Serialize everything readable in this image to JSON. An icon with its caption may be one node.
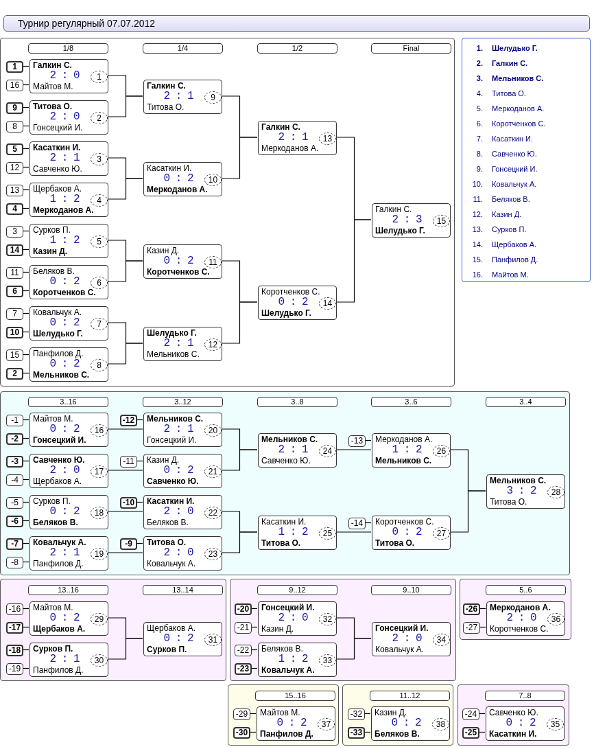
{
  "diagram": {
    "title": "Турнир регулярный 07.07.2012",
    "nodes": [
      {
        "text": [],
        "shape": "box"
      },
      {
        "text": [
          "1/8"
        ],
        "in": 0
      },
      {
        "text": [
          "1/4"
        ],
        "in": 0
      },
      {
        "text": [
          "1/2"
        ],
        "in": 0
      },
      {
        "text": [
          "Final"
        ],
        "in": 0
      },
      {
        "text": [
          "1"
        ],
        "in": 0
      },
      {
        "text": [
          "16"
        ],
        "in": 0
      },
      {
        "text": [
          "Галкин С.",
          "2 : 0",
          "Майтов М."
        ],
        "in": 0
      },
      {
        "text": [
          "1"
        ],
        "in": 7
      },
      {
        "text": [
          "9"
        ],
        "in": 0
      },
      {
        "text": [
          "8"
        ],
        "in": 0
      },
      {
        "text": [
          "Титова О.",
          "2 : 0",
          "Гонсецкий И."
        ],
        "in": 0
      },
      {
        "text": [
          "2"
        ],
        "in": 11
      },
      {
        "text": [
          "5"
        ],
        "in": 0
      },
      {
        "text": [
          "12"
        ],
        "in": 0
      },
      {
        "text": [
          "Касаткин И.",
          "2 : 1",
          "Савченко Ю."
        ],
        "in": 0
      },
      {
        "text": [
          "3"
        ],
        "in": 15
      },
      {
        "text": [
          "13"
        ],
        "in": 0
      },
      {
        "text": [
          "4"
        ],
        "in": 0
      },
      {
        "text": [
          "Щербаков А.",
          "1 : 2",
          "Меркоданов А."
        ],
        "in": 0
      },
      {
        "text": [
          "4"
        ],
        "in": 19
      },
      {
        "text": [
          "3"
        ],
        "in": 0
      },
      {
        "text": [
          "14"
        ],
        "in": 0
      },
      {
        "text": [
          "Сурков П.",
          "1 : 2",
          "Казин Д."
        ],
        "in": 0
      },
      {
        "text": [
          "5"
        ],
        "in": 23
      },
      {
        "text": [
          "11"
        ],
        "in": 0
      },
      {
        "text": [
          "6"
        ],
        "in": 0
      },
      {
        "text": [
          "Беляков В.",
          "0 : 2",
          "Коротченков С."
        ],
        "in": 0
      },
      {
        "text": [
          "6"
        ],
        "in": 27
      },
      {
        "text": [
          "7"
        ],
        "in": 0
      },
      {
        "text": [
          "10"
        ],
        "in": 0
      },
      {
        "text": [
          "Ковальчук А.",
          "0 : 2",
          "Шелудько Г."
        ],
        "in": 0
      },
      {
        "text": [
          "7"
        ],
        "in": 31
      },
      {
        "text": [
          "15"
        ],
        "in": 0
      },
      {
        "text": [
          "2"
        ],
        "in": 0
      },
      {
        "text": [
          "Панфилов Д.",
          "0 : 2",
          "Мельников С."
        ],
        "in": 0
      },
      {
        "text": [
          "8"
        ],
        "in": 35
      },
      {
        "text": [
          "Галкин С.",
          "2 : 1",
          "Титова О."
        ],
        "in": 0
      },
      {
        "text": [
          "9"
        ],
        "in": 37
      },
      {
        "text": [
          "Касаткин И.",
          "0 : 2",
          "Меркоданов А."
        ],
        "in": 0
      },
      {
        "text": [
          "10"
        ],
        "in": 39
      },
      {
        "text": [
          "Казин Д.",
          "0 : 2",
          "Коротченков С."
        ],
        "in": 0
      },
      {
        "text": [
          "11"
        ],
        "in": 41
      },
      {
        "text": [
          "Шелудько Г.",
          "2 : 1",
          "Мельников С."
        ],
        "in": 0
      },
      {
        "text": [
          "12"
        ],
        "in": 43
      },
      {
        "text": [
          "Галкин С.",
          "2 : 1",
          "Меркоданов А."
        ],
        "in": 0
      },
      {
        "text": [
          "13"
        ],
        "in": 45
      },
      {
        "text": [
          "Коротченков С.",
          "0 : 2",
          "Шелудько Г."
        ],
        "in": 0
      },
      {
        "text": [
          "14"
        ],
        "in": 47
      },
      {
        "text": [
          "Галкин С.",
          "2 : 3",
          "Шелудько Г."
        ],
        "in": 0
      },
      {
        "text": [
          "15"
        ],
        "in": 49
      },
      {
        "text": [
          "1.",
          "Шелудько Г.",
          "2.",
          "Галкин С.",
          "3.",
          "Мельников С.",
          "4.",
          "Титова О.",
          "5.",
          "Меркоданов А.",
          "6.",
          "Коротченков С.",
          "7.",
          "Касаткин И.",
          "8.",
          "Савченко Ю.",
          "9.",
          "Гонсецкий И.",
          "10.",
          "Ковальчук А.",
          "11.",
          "Беляков В.",
          "12.",
          "Казин Д.",
          "13.",
          "Сурков П.",
          "14.",
          "Щербаков А.",
          "15.",
          "Панфилов Д.",
          "16.",
          "Майтов М."
        ]
      },
      {
        "text": [],
        "shape": "box"
      },
      {
        "text": [
          "3..16"
        ],
        "in": 52
      },
      {
        "text": [
          "3..12"
        ],
        "in": 52
      },
      {
        "text": [
          "3..8"
        ],
        "in": 52
      },
      {
        "text": [
          "3..6"
        ],
        "in": 52
      },
      {
        "text": [
          "3..4"
        ],
        "in": 52
      },
      {
        "text": [
          "-1"
        ],
        "in": 52
      },
      {
        "text": [
          "-2"
        ],
        "in": 52
      },
      {
        "text": [
          "Майтов М.",
          "0 : 2",
          "Гонсецкий И."
        ],
        "in": 52
      },
      {
        "text": [
          "16"
        ],
        "in": 60
      },
      {
        "text": [
          "-3"
        ],
        "in": 52
      },
      {
        "text": [
          "-4"
        ],
        "in": 52
      },
      {
        "text": [
          "Савченко Ю.",
          "2 : 0",
          "Щербаков А."
        ],
        "in": 52
      },
      {
        "text": [
          "17"
        ],
        "in": 64
      },
      {
        "text": [
          "-5"
        ],
        "in": 52
      },
      {
        "text": [
          "-6"
        ],
        "in": 52
      },
      {
        "text": [
          "Сурков П.",
          "0 : 2",
          "Беляков В."
        ],
        "in": 52
      },
      {
        "text": [
          "18"
        ],
        "in": 68
      },
      {
        "text": [
          "-7"
        ],
        "in": 52
      },
      {
        "text": [
          "-8"
        ],
        "in": 52
      },
      {
        "text": [
          "Ковальчук А.",
          "2 : 1",
          "Панфилов Д."
        ],
        "in": 52
      },
      {
        "text": [
          "19"
        ],
        "in": 72
      },
      {
        "text": [
          "-12"
        ],
        "in": 52
      },
      {
        "text": [
          "Мельников С.",
          "2 : 1",
          "Гонсецкий И."
        ],
        "in": 52
      },
      {
        "text": [
          "20"
        ],
        "in": 75
      },
      {
        "text": [
          "-11"
        ],
        "in": 52
      },
      {
        "text": [
          "Казин Д.",
          "0 : 2",
          "Савченко Ю."
        ],
        "in": 52
      },
      {
        "text": [
          "21"
        ],
        "in": 78
      },
      {
        "text": [
          "-10"
        ],
        "in": 52
      },
      {
        "text": [
          "Касаткин И.",
          "2 : 0",
          "Беляков В."
        ],
        "in": 52
      },
      {
        "text": [
          "22"
        ],
        "in": 81
      },
      {
        "text": [
          "-9"
        ],
        "in": 52
      },
      {
        "text": [
          "Титова О.",
          "2 : 0",
          "Ковальчук А."
        ],
        "in": 52
      },
      {
        "text": [
          "23"
        ],
        "in": 84
      },
      {
        "text": [
          "Мельников С.",
          "2 : 1",
          "Савченко Ю."
        ],
        "in": 52
      },
      {
        "text": [
          "24"
        ],
        "in": 86
      },
      {
        "text": [
          "Касаткин И.",
          "1 : 2",
          "Титова О."
        ],
        "in": 52
      },
      {
        "text": [
          "25"
        ],
        "in": 88
      },
      {
        "text": [
          "-13"
        ],
        "in": 52
      },
      {
        "text": [
          "Меркоданов А.",
          "1 : 2",
          "Мельников С."
        ],
        "in": 52
      },
      {
        "text": [
          "26"
        ],
        "in": 91
      },
      {
        "text": [
          "-14"
        ],
        "in": 52
      },
      {
        "text": [
          "Коротченков С.",
          "0 : 2",
          "Титова О."
        ],
        "in": 52
      },
      {
        "text": [
          "27"
        ],
        "in": 94
      },
      {
        "text": [
          "Мельников С.",
          "3 : 2",
          "Титова О."
        ],
        "in": 52
      },
      {
        "text": [
          "28"
        ],
        "in": 96
      },
      {
        "text": [],
        "shape": "box"
      },
      {
        "text": [
          "13..16"
        ],
        "in": 98
      },
      {
        "text": [
          "13..14"
        ],
        "in": 98
      },
      {
        "text": [
          "-16"
        ],
        "in": 98
      },
      {
        "text": [
          "-17"
        ],
        "in": 98
      },
      {
        "text": [
          "Майтов М.",
          "0 : 2",
          "Щербаков А."
        ],
        "in": 98
      },
      {
        "text": [
          "29"
        ],
        "in": 103
      },
      {
        "text": [
          "-18"
        ],
        "in": 98
      },
      {
        "text": [
          "-19"
        ],
        "in": 98
      },
      {
        "text": [
          "Сурков П.",
          "2 : 1",
          "Панфилов Д."
        ],
        "in": 98
      },
      {
        "text": [
          "30"
        ],
        "in": 107
      },
      {
        "text": [
          "Щербаков А.",
          "0 : 2",
          "Сурков П."
        ],
        "in": 98
      },
      {
        "text": [
          "31"
        ],
        "in": 109
      },
      {
        "text": [],
        "shape": "box"
      },
      {
        "text": [
          "9..12"
        ],
        "in": 111
      },
      {
        "text": [
          "9..10"
        ],
        "in": 111
      },
      {
        "text": [
          "-20"
        ],
        "in": 111
      },
      {
        "text": [
          "-21"
        ],
        "in": 111
      },
      {
        "text": [
          "Гонсецкий И.",
          "2 : 0",
          "Казин Д."
        ],
        "in": 111
      },
      {
        "text": [
          "32"
        ],
        "in": 116
      },
      {
        "text": [
          "-22"
        ],
        "in": 111
      },
      {
        "text": [
          "-23"
        ],
        "in": 111
      },
      {
        "text": [
          "Беляков В.",
          "1 : 2",
          "Ковальчук А."
        ],
        "in": 111
      },
      {
        "text": [
          "33"
        ],
        "in": 120
      },
      {
        "text": [
          "Гонсецкий И.",
          "2 : 0",
          "Ковальчук А."
        ],
        "in": 111
      },
      {
        "text": [
          "34"
        ],
        "in": 122
      },
      {
        "text": [],
        "shape": "box"
      },
      {
        "text": [
          "5..6"
        ],
        "in": 124
      },
      {
        "text": [
          "-26"
        ],
        "in": 124
      },
      {
        "text": [
          "-27"
        ],
        "in": 124
      },
      {
        "text": [
          "Меркоданов А.",
          "2 : 0",
          "Коротченков С."
        ],
        "in": 124
      },
      {
        "text": [
          "36"
        ],
        "in": 128
      },
      {
        "text": [],
        "shape": "box"
      },
      {
        "text": [
          "15..16"
        ],
        "in": 130
      },
      {
        "text": [
          "-29"
        ],
        "in": 130
      },
      {
        "text": [
          "-30"
        ],
        "in": 130
      },
      {
        "text": [
          "Майтов М.",
          "0 : 2",
          "Панфилов Д."
        ],
        "in": 130
      },
      {
        "text": [
          "37"
        ],
        "in": 134
      },
      {
        "text": [],
        "shape": "box"
      },
      {
        "text": [
          "11..12"
        ],
        "in": 136
      },
      {
        "text": [
          "-32"
        ],
        "in": 136
      },
      {
        "text": [
          "-33"
        ],
        "in": 136
      },
      {
        "text": [
          "Казин Д.",
          "0 : 2",
          "Беляков В."
        ],
        "in": 136
      },
      {
        "text": [
          "38"
        ],
        "in": 140
      },
      {
        "text": [],
        "shape": "box"
      },
      {
        "text": [
          "7..8"
        ],
        "in": 142
      },
      {
        "text": [
          "-24"
        ],
        "in": 142
      },
      {
        "text": [
          "-25"
        ],
        "in": 142
      },
      {
        "text": [
          "Савченко Ю.",
          "0 : 2",
          "Касаткин И."
        ],
        "in": 142
      },
      {
        "text": [
          "35"
        ],
        "in": 146
      }
    ],
    "edges": [
      {
        "from": 5,
        "to": 7,
        "arrow": "none"
      },
      {
        "from": 6,
        "to": 7,
        "arrow": "none"
      },
      {
        "from": 9,
        "to": 11,
        "arrow": "none"
      },
      {
        "from": 10,
        "to": 11,
        "arrow": "none"
      },
      {
        "from": 13,
        "to": 15,
        "arrow": "none"
      },
      {
        "from": 14,
        "to": 15,
        "arrow": "none"
      },
      {
        "from": 17,
        "to": 19,
        "arrow": "none"
      },
      {
        "from": 18,
        "to": 19,
        "arrow": "none"
      },
      {
        "from": 21,
        "to": 23,
        "arrow": "none"
      },
      {
        "from": 22,
        "to": 23,
        "arrow": "none"
      },
      {
        "from": 25,
        "to": 27,
        "arrow": "none"
      },
      {
        "from": 26,
        "to": 27,
        "arrow": "none"
      },
      {
        "from": 29,
        "to": 31,
        "arrow": "none"
      },
      {
        "from": 30,
        "to": 31,
        "arrow": "none"
      },
      {
        "from": 33,
        "to": 35,
        "arrow": "none"
      },
      {
        "from": 34,
        "to": 35,
        "arrow": "none"
      },
      {
        "from": 7,
        "to": 37,
        "arrow": "none"
      },
      {
        "from": 11,
        "to": 37,
        "arrow": "none"
      },
      {
        "from": 15,
        "to": 39,
        "arrow": "none"
      },
      {
        "from": 19,
        "to": 39,
        "arrow": "none"
      },
      {
        "from": 23,
        "to": 41,
        "arrow": "none"
      },
      {
        "from": 27,
        "to": 41,
        "arrow": "none"
      },
      {
        "from": 31,
        "to": 43,
        "arrow": "none"
      },
      {
        "from": 35,
        "to": 43,
        "arrow": "none"
      },
      {
        "from": 37,
        "to": 45,
        "arrow": "none"
      },
      {
        "from": 39,
        "to": 45,
        "arrow": "none"
      },
      {
        "from": 41,
        "to": 47,
        "arrow": "none"
      },
      {
        "from": 43,
        "to": 47,
        "arrow": "none"
      },
      {
        "from": 45,
        "to": 49,
        "arrow": "none"
      },
      {
        "from": 47,
        "to": 49,
        "arrow": "none"
      },
      {
        "from": 58,
        "to": 60,
        "arrow": "none"
      },
      {
        "from": 59,
        "to": 60,
        "arrow": "none"
      },
      {
        "from": 62,
        "to": 64,
        "arrow": "none"
      },
      {
        "from": 63,
        "to": 64,
        "arrow": "none"
      },
      {
        "from": 66,
        "to": 68,
        "arrow": "none"
      },
      {
        "from": 67,
        "to": 68,
        "arrow": "none"
      },
      {
        "from": 70,
        "to": 72,
        "arrow": "none"
      },
      {
        "from": 71,
        "to": 72,
        "arrow": "none"
      },
      {
        "from": 74,
        "to": 75,
        "arrow": "none"
      },
      {
        "from": 77,
        "to": 78,
        "arrow": "none"
      },
      {
        "from": 80,
        "to": 81,
        "arrow": "none"
      },
      {
        "from": 83,
        "to": 84,
        "arrow": "none"
      },
      {
        "from": 60,
        "to": 75,
        "arrow": "none"
      },
      {
        "from": 64,
        "to": 78,
        "arrow": "none"
      },
      {
        "from": 68,
        "to": 81,
        "arrow": "none"
      },
      {
        "from": 72,
        "to": 84,
        "arrow": "none"
      },
      {
        "from": 75,
        "to": 86,
        "arrow": "none"
      },
      {
        "from": 78,
        "to": 86,
        "arrow": "none"
      },
      {
        "from": 81,
        "to": 88,
        "arrow": "none"
      },
      {
        "from": 84,
        "to": 88,
        "arrow": "none"
      },
      {
        "from": 90,
        "to": 91,
        "arrow": "none"
      },
      {
        "from": 93,
        "to": 94,
        "arrow": "none"
      },
      {
        "from": 86,
        "to": 91,
        "arrow": "none"
      },
      {
        "from": 88,
        "to": 94,
        "arrow": "none"
      },
      {
        "from": 91,
        "to": 96,
        "arrow": "none"
      },
      {
        "from": 94,
        "to": 96,
        "arrow": "none"
      },
      {
        "from": 101,
        "to": 103,
        "arrow": "none"
      },
      {
        "from": 102,
        "to": 103,
        "arrow": "none"
      },
      {
        "from": 105,
        "to": 107,
        "arrow": "none"
      },
      {
        "from": 106,
        "to": 107,
        "arrow": "none"
      },
      {
        "from": 103,
        "to": 109,
        "arrow": "none"
      },
      {
        "from": 107,
        "to": 109,
        "arrow": "none"
      },
      {
        "from": 114,
        "to": 116,
        "arrow": "none"
      },
      {
        "from": 115,
        "to": 116,
        "arrow": "none"
      },
      {
        "from": 118,
        "to": 120,
        "arrow": "none"
      },
      {
        "from": 119,
        "to": 120,
        "arrow": "none"
      },
      {
        "from": 116,
        "to": 122,
        "arrow": "none"
      },
      {
        "from": 120,
        "to": 122,
        "arrow": "none"
      },
      {
        "from": 126,
        "to": 128,
        "arrow": "none"
      },
      {
        "from": 127,
        "to": 128,
        "arrow": "none"
      },
      {
        "from": 132,
        "to": 134,
        "arrow": "none"
      },
      {
        "from": 133,
        "to": 134,
        "arrow": "none"
      },
      {
        "from": 138,
        "to": 140,
        "arrow": "none"
      },
      {
        "from": 139,
        "to": 140,
        "arrow": "none"
      },
      {
        "from": 144,
        "to": 146,
        "arrow": "none"
      },
      {
        "from": 145,
        "to": 146,
        "arrow": "none"
      }
    ]
  }
}
